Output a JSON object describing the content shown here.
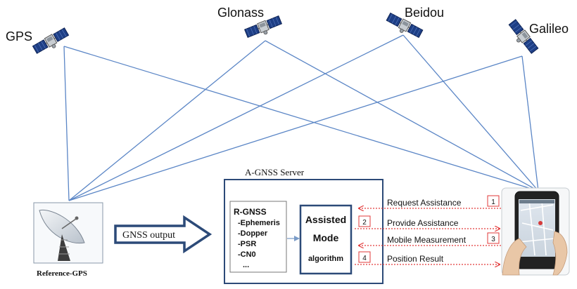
{
  "satellites": {
    "gps": {
      "label": "GPS",
      "icon": "satellite-icon"
    },
    "glonass": {
      "label": "Glonass",
      "icon": "satellite-icon"
    },
    "beidou": {
      "label": "Beidou",
      "icon": "satellite-icon"
    },
    "galileo": {
      "label": "Galileo",
      "icon": "satellite-icon"
    }
  },
  "reference_station": {
    "label": "Reference-GPS",
    "icon": "dish-antenna-icon"
  },
  "gnss_output": {
    "label": "GNSS output"
  },
  "server": {
    "title": "A-GNSS Server",
    "data_list": {
      "heading": "R-GNSS",
      "items": [
        "-Ephemeris",
        "-Dopper",
        "-PSR",
        "-CN0",
        "..."
      ]
    },
    "algorithm": {
      "line1": "Assisted",
      "line2": "Mode",
      "line3": "algorithm"
    }
  },
  "steps": [
    {
      "number": "1",
      "label": "Request Assistance",
      "direction": "to-server"
    },
    {
      "number": "2",
      "label": "Provide Assistance",
      "direction": "to-mobile"
    },
    {
      "number": "3",
      "label": "Mobile Measurement",
      "direction": "to-server"
    },
    {
      "number": "4",
      "label": "Position Result",
      "direction": "to-mobile"
    }
  ],
  "mobile": {
    "icon": "smartphone-icon"
  },
  "colors": {
    "signal_line": "#5b86c6",
    "box_border": "#2c4a78",
    "step_arrow": "#e23a3a",
    "text": "#111111"
  }
}
